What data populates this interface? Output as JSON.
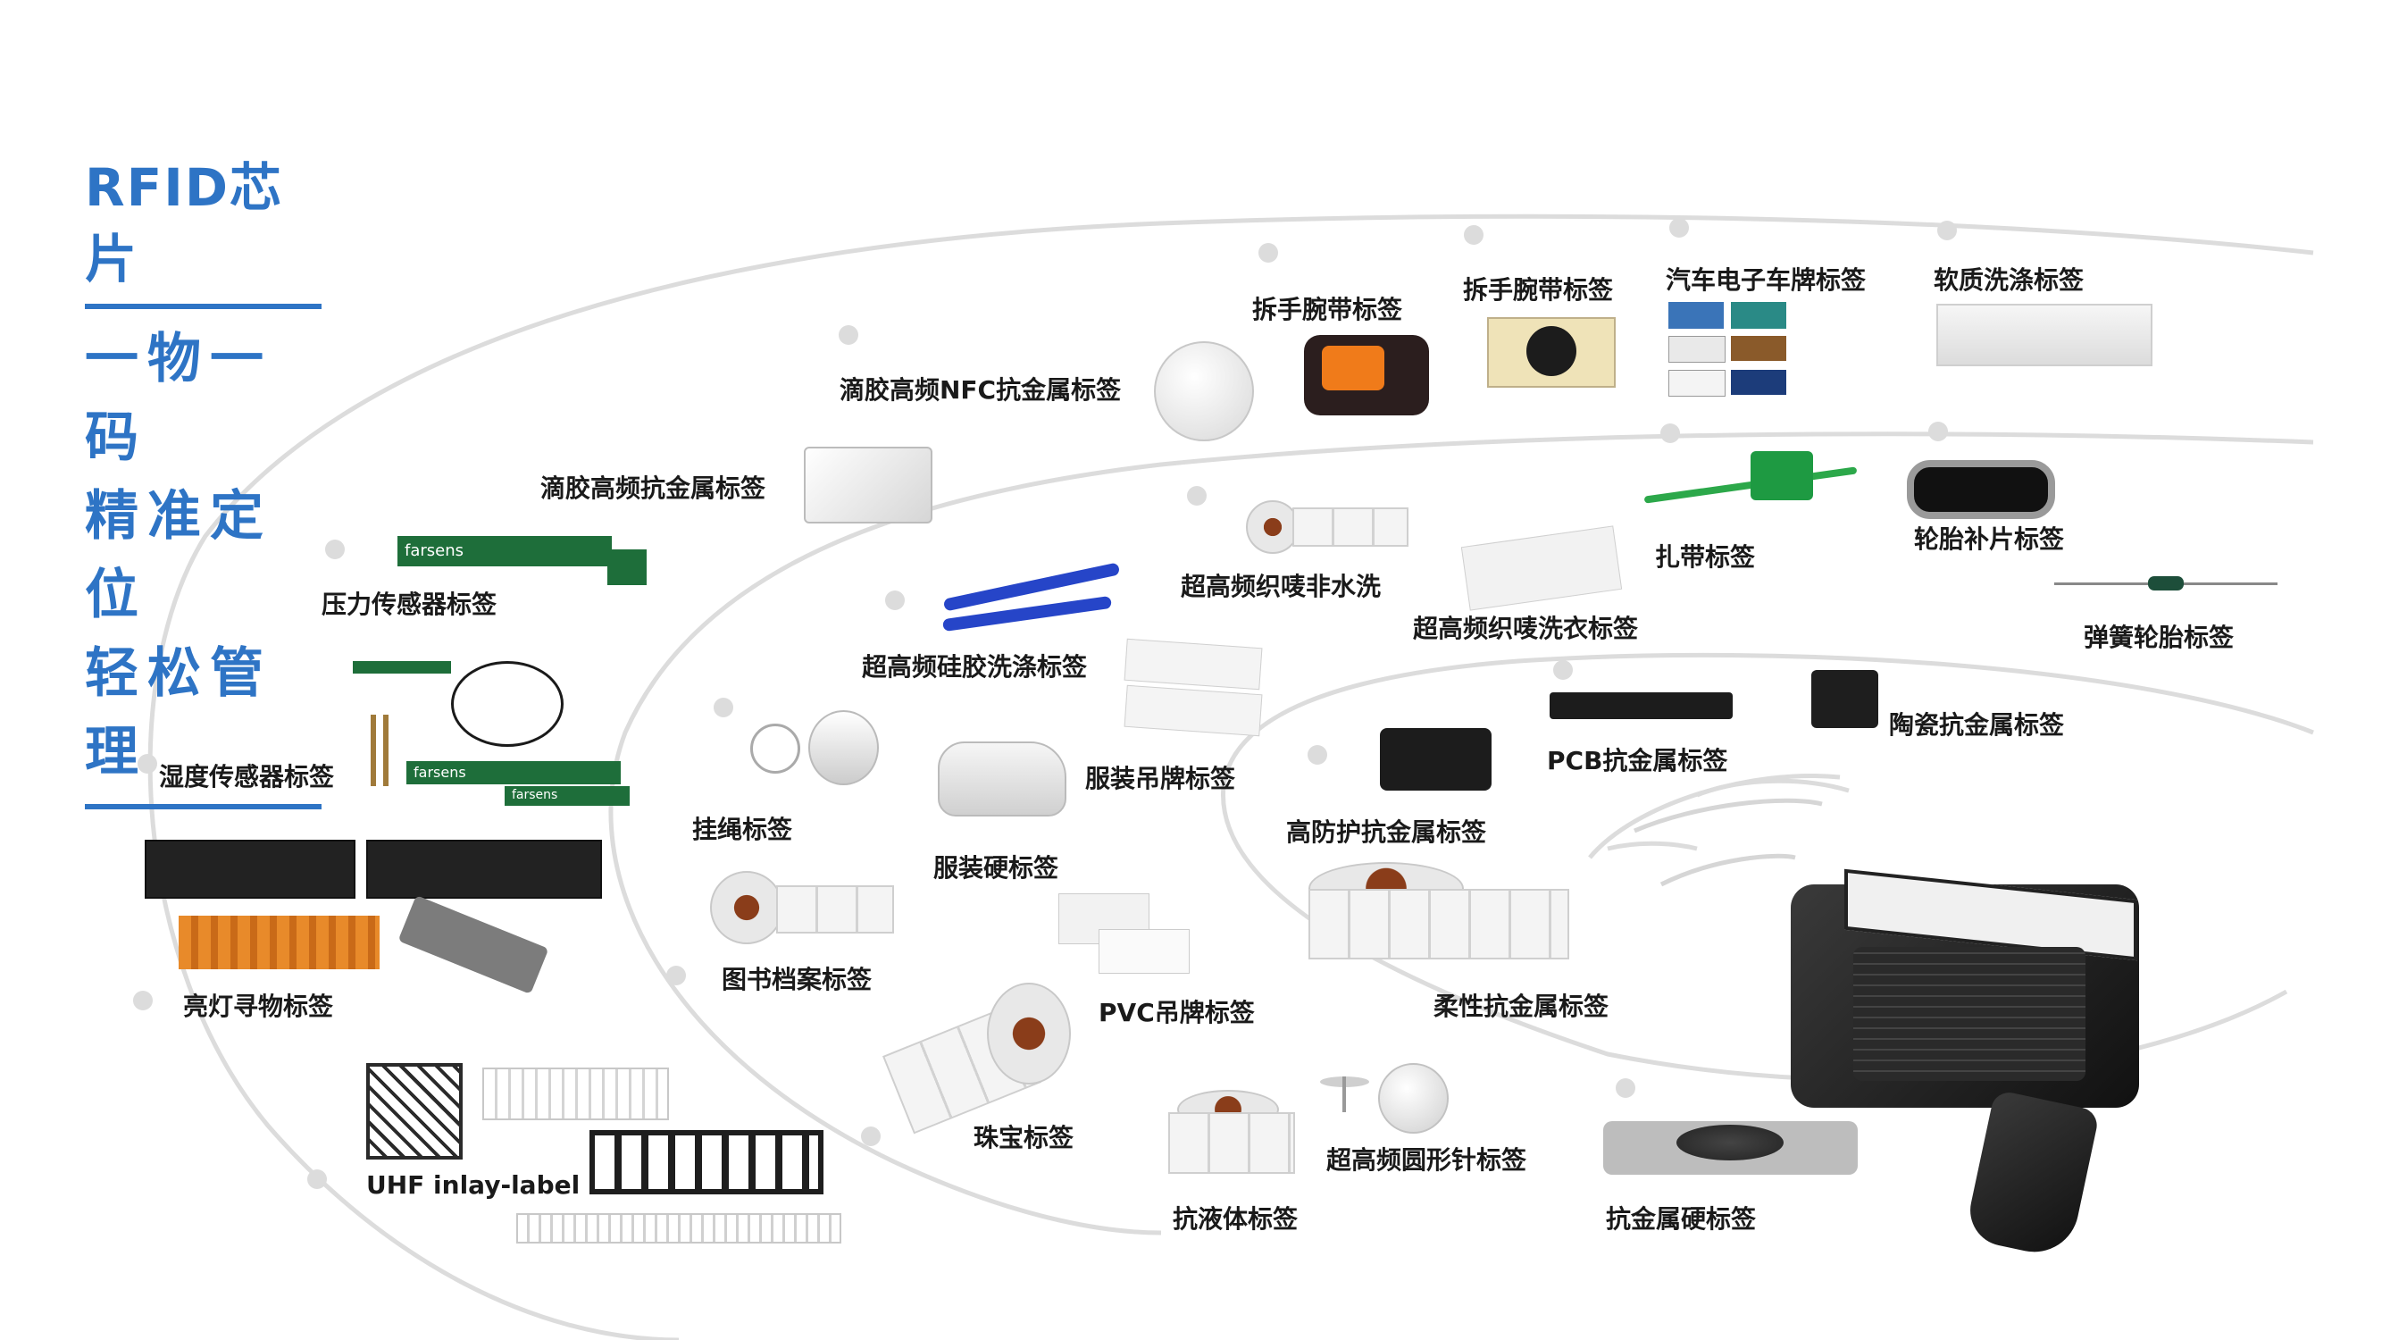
{
  "sidebar": {
    "title": "RFID芯片",
    "slogans": [
      "一物一码",
      "精准定位",
      "轻松管理"
    ]
  },
  "colors": {
    "accent": "#2e74c5",
    "orbit": "#dcdcdc",
    "text": "#1a1a1a"
  },
  "labels": {
    "chai_wristband_1": "拆手腕带标签",
    "chai_wristband_2": "拆手腕带标签",
    "car_plate": "汽车电子车牌标签",
    "soft_laundry": "软质洗涤标签",
    "epoxy_nfc": "滴胶高频NFC抗金属标签",
    "epoxy_hf": "滴胶高频抗金属标签",
    "pressure": "压力传感器标签",
    "woven_nonwash": "超高频织唛非水洗",
    "woven_wash": "超高频织唛洗衣标签",
    "cable_tie": "扎带标签",
    "tire_patch": "轮胎补片标签",
    "spring_tire": "弹簧轮胎标签",
    "silicone_laundry": "超高频硅胶洗涤标签",
    "ceramic": "陶瓷抗金属标签",
    "pcb": "PCB抗金属标签",
    "humidity": "湿度传感器标签",
    "garment_hangtag": "服装吊牌标签",
    "high_protect": "高防护抗金属标签",
    "hang_rope": "挂绳标签",
    "garment_hard": "服装硬标签",
    "library": "图书档案标签",
    "flexible": "柔性抗金属标签",
    "led_finder": "亮灯寻物标签",
    "pvc_hangtag": "PVC吊牌标签",
    "jewelry": "珠宝标签",
    "uhf_round_pin": "超高频圆形针标签",
    "uhf_inlay": "UHF inlay-label",
    "liquid": "抗液体标签",
    "metal_hard": "抗金属硬标签"
  },
  "product_marks": {
    "farsens_1": "farsens",
    "farsens_2": "farsens",
    "farsens_3": "farsens"
  },
  "icons": [
    "rfid-reader-icon",
    "signal-wave-icon"
  ]
}
